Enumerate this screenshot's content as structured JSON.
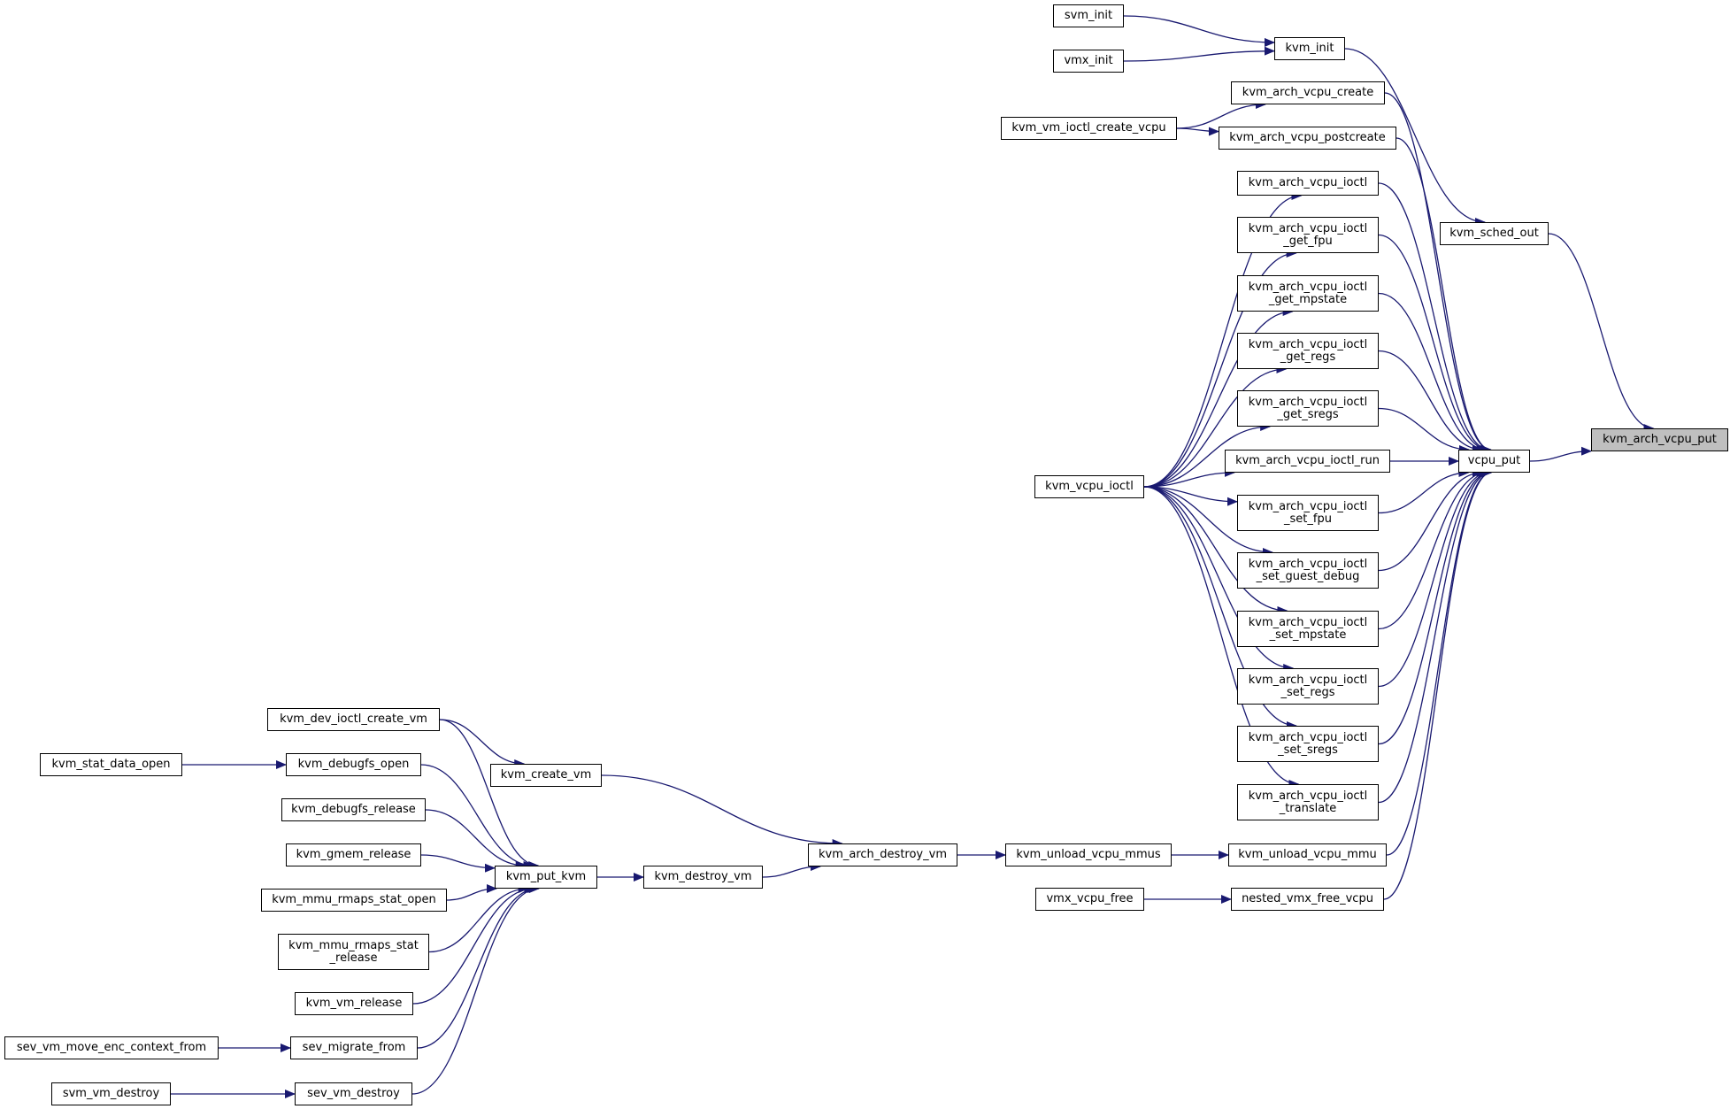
{
  "graph": {
    "edge_color": "#191970",
    "root_fill": "#bfbfbf",
    "nodes": {
      "kvm_arch_vcpu_put": "kvm_arch_vcpu_put",
      "kvm_sched_out": "kvm_sched_out",
      "vcpu_put": "vcpu_put",
      "kvm_init": "kvm_init",
      "svm_init": "svm_init",
      "vmx_init": "vmx_init",
      "kvm_arch_vcpu_create": "kvm_arch_vcpu_create",
      "kvm_arch_vcpu_postcreate": "kvm_arch_vcpu_postcreate",
      "kvm_vm_ioctl_create_vcpu": "kvm_vm_ioctl_create_vcpu",
      "kvm_arch_vcpu_ioctl": "kvm_arch_vcpu_ioctl",
      "kvm_arch_vcpu_ioctl_get_fpu": "kvm_arch_vcpu_ioctl\n_get_fpu",
      "kvm_arch_vcpu_ioctl_get_mpstate": "kvm_arch_vcpu_ioctl\n_get_mpstate",
      "kvm_arch_vcpu_ioctl_get_regs": "kvm_arch_vcpu_ioctl\n_get_regs",
      "kvm_arch_vcpu_ioctl_get_sregs": "kvm_arch_vcpu_ioctl\n_get_sregs",
      "kvm_arch_vcpu_ioctl_run": "kvm_arch_vcpu_ioctl_run",
      "kvm_arch_vcpu_ioctl_set_fpu": "kvm_arch_vcpu_ioctl\n_set_fpu",
      "kvm_arch_vcpu_ioctl_set_guest_debug": "kvm_arch_vcpu_ioctl\n_set_guest_debug",
      "kvm_arch_vcpu_ioctl_set_mpstate": "kvm_arch_vcpu_ioctl\n_set_mpstate",
      "kvm_arch_vcpu_ioctl_set_regs": "kvm_arch_vcpu_ioctl\n_set_regs",
      "kvm_arch_vcpu_ioctl_set_sregs": "kvm_arch_vcpu_ioctl\n_set_sregs",
      "kvm_arch_vcpu_ioctl_translate": "kvm_arch_vcpu_ioctl\n_translate",
      "kvm_vcpu_ioctl": "kvm_vcpu_ioctl",
      "kvm_unload_vcpu_mmu": "kvm_unload_vcpu_mmu",
      "kvm_unload_vcpu_mmus": "kvm_unload_vcpu_mmus",
      "nested_vmx_free_vcpu": "nested_vmx_free_vcpu",
      "vmx_vcpu_free": "vmx_vcpu_free",
      "kvm_arch_destroy_vm": "kvm_arch_destroy_vm",
      "kvm_create_vm": "kvm_create_vm",
      "kvm_destroy_vm": "kvm_destroy_vm",
      "kvm_put_kvm": "kvm_put_kvm",
      "kvm_dev_ioctl_create_vm": "kvm_dev_ioctl_create_vm",
      "kvm_debugfs_open": "kvm_debugfs_open",
      "kvm_stat_data_open": "kvm_stat_data_open",
      "kvm_debugfs_release": "kvm_debugfs_release",
      "kvm_gmem_release": "kvm_gmem_release",
      "kvm_mmu_rmaps_stat_open": "kvm_mmu_rmaps_stat_open",
      "kvm_mmu_rmaps_stat_release": "kvm_mmu_rmaps_stat\n_release",
      "kvm_vm_release": "kvm_vm_release",
      "sev_migrate_from": "sev_migrate_from",
      "sev_vm_move_enc_context_from": "sev_vm_move_enc_context_from",
      "sev_vm_destroy": "sev_vm_destroy",
      "svm_vm_destroy": "svm_vm_destroy"
    },
    "edges": [
      [
        "vcpu_put",
        "kvm_arch_vcpu_put"
      ],
      [
        "kvm_sched_out",
        "kvm_arch_vcpu_put"
      ],
      [
        "kvm_init",
        "kvm_sched_out"
      ],
      [
        "svm_init",
        "kvm_init"
      ],
      [
        "vmx_init",
        "kvm_init"
      ],
      [
        "kvm_arch_vcpu_create",
        "vcpu_put"
      ],
      [
        "kvm_arch_vcpu_postcreate",
        "vcpu_put"
      ],
      [
        "kvm_vm_ioctl_create_vcpu",
        "kvm_arch_vcpu_create"
      ],
      [
        "kvm_vm_ioctl_create_vcpu",
        "kvm_arch_vcpu_postcreate"
      ],
      [
        "kvm_arch_vcpu_ioctl",
        "vcpu_put"
      ],
      [
        "kvm_arch_vcpu_ioctl_get_fpu",
        "vcpu_put"
      ],
      [
        "kvm_arch_vcpu_ioctl_get_mpstate",
        "vcpu_put"
      ],
      [
        "kvm_arch_vcpu_ioctl_get_regs",
        "vcpu_put"
      ],
      [
        "kvm_arch_vcpu_ioctl_get_sregs",
        "vcpu_put"
      ],
      [
        "kvm_arch_vcpu_ioctl_run",
        "vcpu_put"
      ],
      [
        "kvm_arch_vcpu_ioctl_set_fpu",
        "vcpu_put"
      ],
      [
        "kvm_arch_vcpu_ioctl_set_guest_debug",
        "vcpu_put"
      ],
      [
        "kvm_arch_vcpu_ioctl_set_mpstate",
        "vcpu_put"
      ],
      [
        "kvm_arch_vcpu_ioctl_set_regs",
        "vcpu_put"
      ],
      [
        "kvm_arch_vcpu_ioctl_set_sregs",
        "vcpu_put"
      ],
      [
        "kvm_arch_vcpu_ioctl_translate",
        "vcpu_put"
      ],
      [
        "kvm_unload_vcpu_mmu",
        "vcpu_put"
      ],
      [
        "nested_vmx_free_vcpu",
        "vcpu_put"
      ],
      [
        "kvm_vcpu_ioctl",
        "kvm_arch_vcpu_ioctl"
      ],
      [
        "kvm_vcpu_ioctl",
        "kvm_arch_vcpu_ioctl_get_fpu"
      ],
      [
        "kvm_vcpu_ioctl",
        "kvm_arch_vcpu_ioctl_get_mpstate"
      ],
      [
        "kvm_vcpu_ioctl",
        "kvm_arch_vcpu_ioctl_get_regs"
      ],
      [
        "kvm_vcpu_ioctl",
        "kvm_arch_vcpu_ioctl_get_sregs"
      ],
      [
        "kvm_vcpu_ioctl",
        "kvm_arch_vcpu_ioctl_run"
      ],
      [
        "kvm_vcpu_ioctl",
        "kvm_arch_vcpu_ioctl_set_fpu"
      ],
      [
        "kvm_vcpu_ioctl",
        "kvm_arch_vcpu_ioctl_set_guest_debug"
      ],
      [
        "kvm_vcpu_ioctl",
        "kvm_arch_vcpu_ioctl_set_mpstate"
      ],
      [
        "kvm_vcpu_ioctl",
        "kvm_arch_vcpu_ioctl_set_regs"
      ],
      [
        "kvm_vcpu_ioctl",
        "kvm_arch_vcpu_ioctl_set_sregs"
      ],
      [
        "kvm_vcpu_ioctl",
        "kvm_arch_vcpu_ioctl_translate"
      ],
      [
        "kvm_unload_vcpu_mmus",
        "kvm_unload_vcpu_mmu"
      ],
      [
        "vmx_vcpu_free",
        "nested_vmx_free_vcpu"
      ],
      [
        "kvm_arch_destroy_vm",
        "kvm_unload_vcpu_mmus"
      ],
      [
        "kvm_create_vm",
        "kvm_arch_destroy_vm"
      ],
      [
        "kvm_destroy_vm",
        "kvm_arch_destroy_vm"
      ],
      [
        "kvm_put_kvm",
        "kvm_destroy_vm"
      ],
      [
        "kvm_dev_ioctl_create_vm",
        "kvm_create_vm"
      ],
      [
        "kvm_dev_ioctl_create_vm",
        "kvm_put_kvm"
      ],
      [
        "kvm_debugfs_open",
        "kvm_put_kvm"
      ],
      [
        "kvm_stat_data_open",
        "kvm_debugfs_open"
      ],
      [
        "kvm_debugfs_release",
        "kvm_put_kvm"
      ],
      [
        "kvm_gmem_release",
        "kvm_put_kvm"
      ],
      [
        "kvm_mmu_rmaps_stat_open",
        "kvm_put_kvm"
      ],
      [
        "kvm_mmu_rmaps_stat_release",
        "kvm_put_kvm"
      ],
      [
        "kvm_vm_release",
        "kvm_put_kvm"
      ],
      [
        "sev_migrate_from",
        "kvm_put_kvm"
      ],
      [
        "sev_vm_move_enc_context_from",
        "sev_migrate_from"
      ],
      [
        "sev_vm_destroy",
        "kvm_put_kvm"
      ],
      [
        "svm_vm_destroy",
        "sev_vm_destroy"
      ]
    ]
  }
}
